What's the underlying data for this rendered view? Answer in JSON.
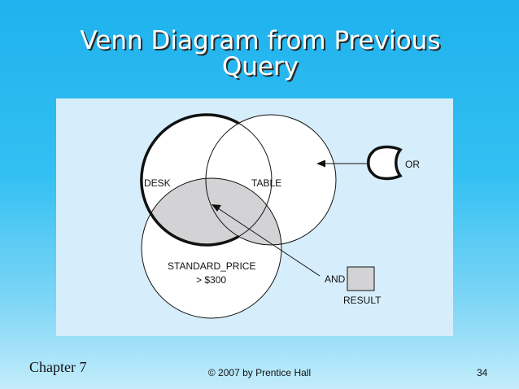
{
  "slide": {
    "title_line1": "Venn Diagram from Previous",
    "title_line2": "Query"
  },
  "diagram": {
    "sets": {
      "desk": "DESK",
      "table": "TABLE",
      "standard_price_line1": "STANDARD_PRICE",
      "standard_price_line2": "> $300"
    },
    "legend": {
      "or_label": "OR",
      "and_label": "AND",
      "result_label": "RESULT"
    },
    "colors": {
      "result_fill": "#d3d3d6",
      "outline": "#111111",
      "background": "#d6eefb"
    }
  },
  "footer": {
    "chapter": "Chapter 7",
    "copyright": "© 2007 by Prentice Hall",
    "page_number": "34"
  }
}
